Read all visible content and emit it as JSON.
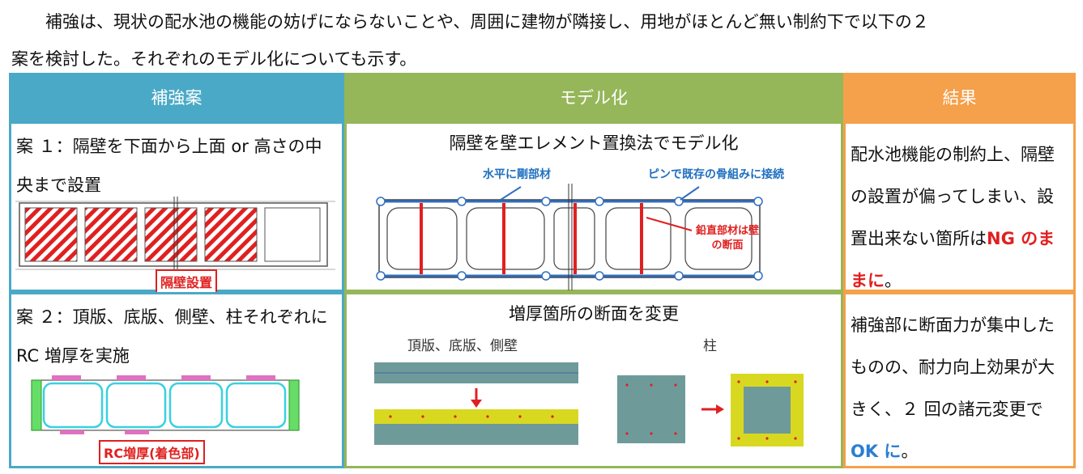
{
  "intro": {
    "line1": "補強は、現状の配水池の機能の妨げにならないことや、周囲に建物が隣接し、用地がほとんど無い制約下で以下の２",
    "line2": "案を検討した。それぞれのモデル化についても示す。"
  },
  "table": {
    "headers": {
      "col1": "補強案",
      "col2": "モデル化",
      "col3": "結果"
    },
    "row1": {
      "case": "案 １：隔壁を下面から上面 or 高さの中央まで設置",
      "case_label": "隔壁設置",
      "model_title": "隔壁を壁エレメント置換法でモデル化",
      "note_left": "水平に剛部材",
      "note_right": "ピンで既存の骨組みに接続",
      "note_red": "鉛直部材は壁の断面",
      "result_pre": "配水池機能の制約上、隔壁の設置が偏ってしまい、設置出来ない箇所は",
      "result_bold": "NG のままに",
      "result_post": "。"
    },
    "row2": {
      "case": "案 ２：頂版、底版、側壁、柱それぞれに RC 増厚を実施",
      "case_label": "RC増厚(着色部)",
      "model_title": "増厚箇所の断面を変更",
      "sub_left": "頂版、底版、側壁",
      "sub_right": "柱",
      "result_pre": "補強部に断面力が集中したものの、耐力向上効果が大きく、２ 回の諸元変更で",
      "result_bold": "OK に",
      "result_post": "。"
    }
  },
  "colors": {
    "header1": "#4aa9c6",
    "header2": "#95b659",
    "header3": "#f5a04a",
    "ng": "#e02020",
    "ok": "#2a7fd0"
  }
}
